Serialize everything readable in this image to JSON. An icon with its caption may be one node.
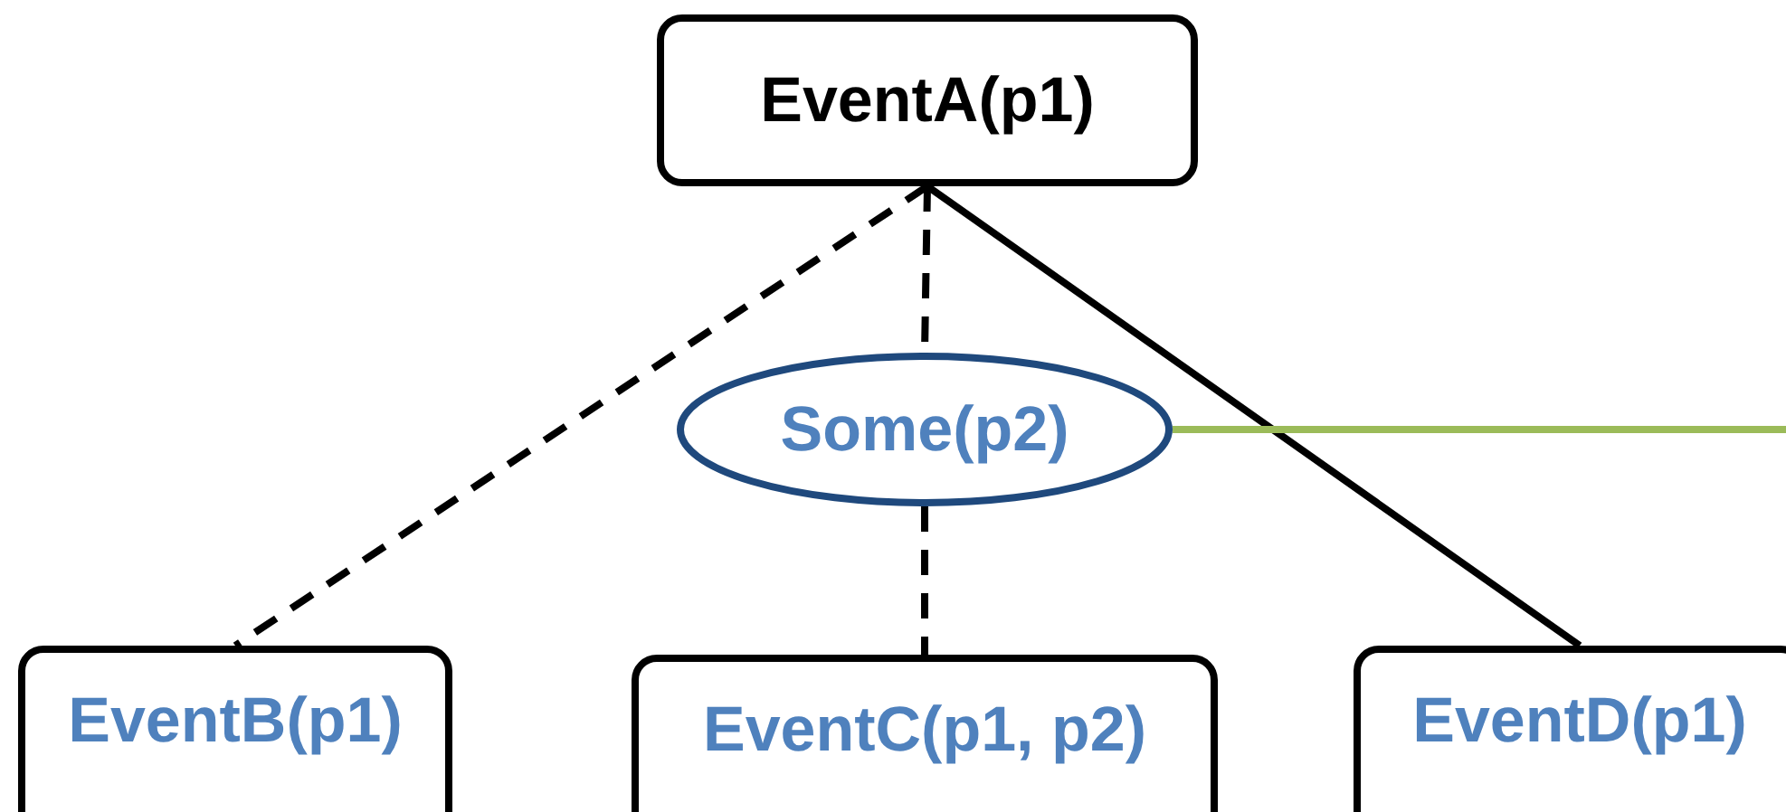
{
  "diagram": {
    "nodes": [
      {
        "text": [
          "EventA(p1)"
        ]
      },
      {
        "text": [
          "Some(p2)"
        ]
      },
      {
        "text": [
          "EventB(p1)"
        ]
      },
      {
        "text": [
          "EventC(p1, p2)"
        ]
      },
      {
        "text": [
          "EventD(p1)"
        ]
      }
    ],
    "edges": [
      {
        "from": 0,
        "to": 2,
        "arrow": "none",
        "style": "dashed"
      },
      {
        "from": 0,
        "to": 1,
        "arrow": "none",
        "style": "dashed"
      },
      {
        "from": 1,
        "to": 3,
        "arrow": "none",
        "style": "dashed"
      },
      {
        "from": 0,
        "to": 4,
        "arrow": "none"
      },
      {
        "from": 1,
        "to": null,
        "arrow": "none",
        "color": "#9bbb59"
      }
    ]
  }
}
